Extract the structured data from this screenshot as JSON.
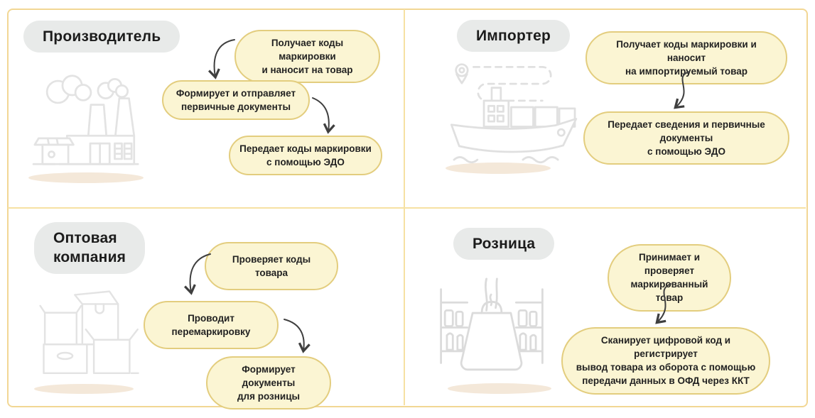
{
  "colors": {
    "pill_fill": "#FBF5D3",
    "pill_border": "#E3CD7E",
    "label_bg": "#E8EAE9",
    "frame_border": "#F2D794",
    "divider": "#F6E1A3",
    "arrow": "#3F3F3F",
    "icon_stroke": "#E3E3E3",
    "shadow": "#F4E8D9"
  },
  "quadrants": [
    {
      "id": "manufacturer",
      "label": "Производитель",
      "icon": "factory-icon",
      "steps": [
        "Получает коды маркировки\nи наносит на товар",
        "Формирует и отправляет\nпервичные документы",
        "Передает коды маркировки\nс помощью ЭДО"
      ]
    },
    {
      "id": "importer",
      "label": "Импортер",
      "icon": "ship-icon",
      "steps": [
        "Получает коды маркировки и наносит\nна импортируемый товар",
        "Передает сведения и первичные документы\nс помощью ЭДО"
      ]
    },
    {
      "id": "wholesale",
      "label": "Оптовая\nкомпания",
      "icon": "boxes-icon",
      "steps": [
        "Проверяет коды товара",
        "Проводит перемаркировку",
        "Формирует документы\nдля розницы"
      ]
    },
    {
      "id": "retail",
      "label": "Розница",
      "icon": "shopping-bag-icon",
      "steps": [
        "Принимает и проверяет\nмаркированный товар",
        "Сканирует цифровой код и регистрирует\nвывод товара из оборота с помощью\nпередачи данных в ОФД через ККТ"
      ]
    }
  ]
}
